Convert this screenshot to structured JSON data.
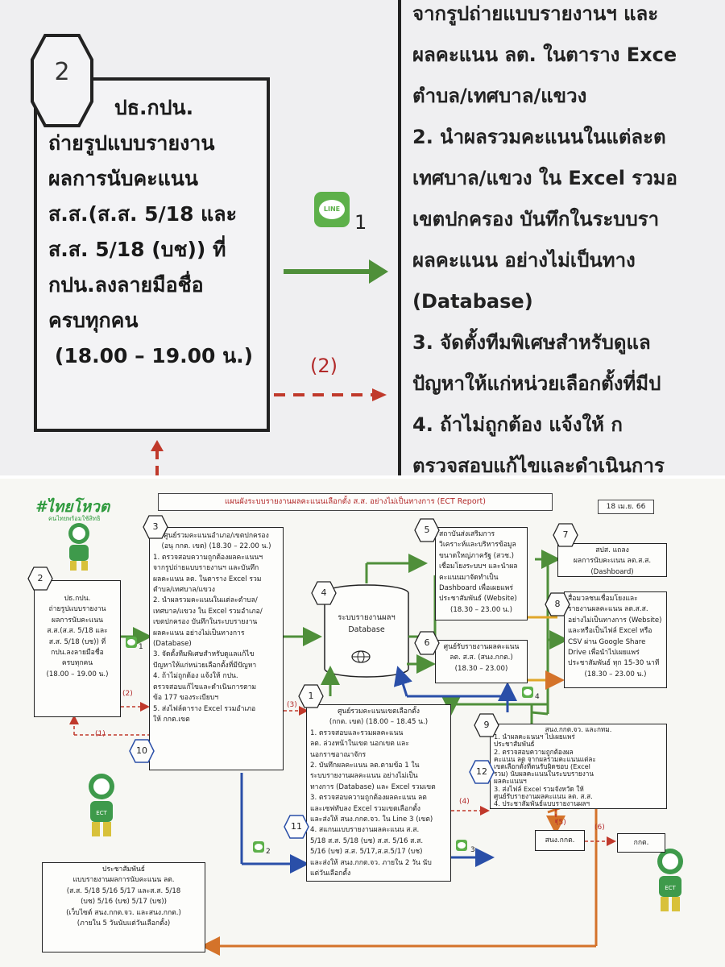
{
  "zoom": {
    "step_number": "2",
    "box_title": "ปธ.กปน.",
    "box_lines": [
      "ถ่ายรูปแบบรายงาน",
      "ผลการนับคะแนน",
      "ส.ส.(ส.ส. 5/18 และ",
      "ส.ส. 5/18 (บช)) ที่",
      "กปน.ลงลายมือชื่อ",
      "ครบทุกคน",
      "(18.00 – 19.00 น.)"
    ],
    "line_icon": "LINE",
    "arrow_label_1": "1",
    "arrow_label_2": "(2)",
    "right_lines": [
      "จากรูปถ่ายแบบรายงานฯ และ",
      "ผลคะแนน ลต. ในตาราง Exce",
      "ตำบล/เทศบาล/แขวง",
      "2. นำผลรวมคะแนนในแต่ละต",
      "เทศบาล/แขวง ใน Excel รวมอ",
      "เขตปกครอง บันทึกในระบบรา",
      "ผลคะแนน อย่างไม่เป็นทาง",
      "(Database)",
      "3. จัดตั้งทีมพิเศษสำหรับดูแล",
      "ปัญหาให้แก่หน่วยเลือกตั้งที่มีป",
      "4. ถ้าไม่ถูกต้อง แจ้งให้ ก",
      "ตรวจสอบแก้ไขและดำเนินการ"
    ]
  },
  "chart": {
    "logo": "#ไทยโหวต",
    "logo_sub": "คนไทยพร้อมใช้สิทธิ",
    "title": "แผนผังระบบรายงานผลคะแนนเลือกตั้ง ส.ส. อย่างไม่เป็นทางการ (ECT Report)",
    "date": "18 เม.ย. 66",
    "mascot_label": "ECT",
    "box2": {
      "num": "2",
      "lines": [
        "ปธ.กปน.",
        "ถ่ายรูปแบบรายงาน",
        "ผลการนับคะแนน",
        "ส.ส.(ส.ส. 5/18 และ",
        "ส.ส. 5/18 (บช)) ที่",
        "กปน.ลงลายมือชื่อ",
        "ครบทุกคน",
        "(18.00 – 19.00 น.)"
      ]
    },
    "box3": {
      "num": "3",
      "lines": [
        "ศูนย์รวมคะแนนอำเภอ/เขตปกครอง",
        "(อนุ กกต. เขต) (18.30 – 22.00 น.)",
        "1. ตรวจสอบความถูกต้องผลคะแนนฯ",
        "จากรูปถ่ายแบบรายงานฯ และบันทึก",
        "ผลคะแนน ลต. ในตาราง Excel รวม",
        "ตำบล/เทศบาล/แขวง",
        "2. นำผลรวมคะแนนในแต่ละตำบล/",
        "เทศบาล/แขวง ใน Excel รวมอำเภอ/",
        "เขตปกครอง บันทึกในระบบรายงาน",
        "ผลคะแนน อย่างไม่เป็นทางการ",
        "(Database)",
        "3. จัดตั้งทีมพิเศษสำหรับดูแลแก้ไข",
        "ปัญหาให้แก่หน่วยเลือกตั้งที่มีปัญหา",
        "4. ถ้าไม่ถูกต้อง แจ้งให้ กปน.",
        "ตรวจสอบแก้ไขและดำเนินการตาม",
        "ข้อ 177 ของระเบียบฯ",
        "5. ส่งไฟล์ตาราง Excel รวมอำเภอ",
        "ให้ กกต.เขต"
      ]
    },
    "box4": {
      "num": "4",
      "lines": [
        "ระบบรายงานผลฯ",
        "Database"
      ]
    },
    "box5": {
      "num": "5",
      "lines": [
        "สถาบันส่งเสริมการ",
        "วิเคราะห์และบริหารข้อมูล",
        "ขนาดใหญ่ภาครัฐ (สวช.)",
        "เชื่อมโยงระบบฯ และนำผล",
        "คะแนนมาจัดทำเป็น",
        "Dashboard เพื่อเผยแพร่",
        "ประชาสัมพันธ์ (Website)",
        "(18.30 – 23.00 น.)"
      ]
    },
    "box6": {
      "num": "6",
      "lines": [
        "ศูนย์รับรายงานผลคะแนน",
        "ลต. ส.ส. (สนง.กกต.)",
        "(18.30 – 23.00)"
      ]
    },
    "box7": {
      "num": "7",
      "lines": [
        "สปส. แถลง",
        "ผลการนับคะแนน ลต.ส.ส.",
        "(Dashboard)"
      ]
    },
    "box8": {
      "num": "8",
      "lines": [
        "สื่อมวลชนเชื่อมโยงและ",
        "รายงานผลคะแนน ลต.ส.ส.",
        "อย่างไม่เป็นทางการ (Website)",
        "และหรือเป็นไฟล์ Excel หรือ",
        "CSV ผ่าน Google Share",
        "Drive เพื่อนำไปเผยแพร่",
        "ประชาสัมพันธ์ ทุก 15-30 นาที",
        "(18.30 – 23.00 น.)"
      ]
    },
    "box1": {
      "num": "1",
      "lines": [
        "ศูนย์รวมคะแนนเขตเลือกตั้ง",
        "(กกต. เขต) (18.00 – 18.45 น.)",
        "1. ตรวจสอบและรวมผลคะแนน",
        "ลต. ล่วงหน้าในเขต นอกเขต และ",
        "นอกราชอาณาจักร",
        "2. บันทึกผลคะแนน ลต.ตามข้อ 1 ใน",
        "ระบบรายงานผลคะแนน อย่างไม่เป็น",
        "ทางการ (Database) และ Excel รวมเขต",
        "3. ตรวจสอบความถูกต้องผลคะแนน ลต",
        "และเซฟทับลง Excel รวมเขตเลือกตั้ง",
        "และส่งให้ สนง.กกต.จว. ใน Line 3 (เขต)",
        "4. สแกนแบบรายงานผลคะแนน ส.ส.",
        "5/18 ส.ส. 5/18 (บช) ส.ส. 5/16 ส.ส.",
        "5/16 (บช) ส.ส. 5/17,ส.ส.5/17 (บช)",
        "และส่งให้ สนง.กกต.จว. ภายใน 2 วัน นับ",
        "แต่วันเลือกตั้ง"
      ]
    },
    "box9": {
      "num": "9",
      "lines": [
        "สนง.กกต.จว. และกทม.",
        "1. นำผลคะแนนฯ ไปเผยแพร่",
        "ประชาสัมพันธ์",
        "2. ตรวจสอบความถูกต้องผล",
        "คะแนน ลต จากผลรวมคะแนนแต่ละ",
        "เขตเลือกตั้งที่ตนรับผิดชอบ (Excel",
        "รวม) นับผลคะแนนในระบบรายงาน",
        "ผลคะแนนฯ",
        "3. ส่งไฟล์ Excel รวมจังหวัด ให้",
        "ศูนย์รับรายงานผลคะแนน ลต. ส.ส.",
        "4. ประชาสัมพันธ์แบบรายงานผลฯ"
      ]
    },
    "box_pr": {
      "lines": [
        "ประชาสัมพันธ์",
        "แบบรายงานผลการนับคะแนน ลต.",
        "(ส.ส. 5/18 5/16 5/17 และส.ส. 5/18",
        "(บช) 5/16 (บช) 5/17 (บช))",
        "(เว็บไซต์ สนง.กกต.จว. และสนง.กกต.)",
        "(ภายใน 5 วันนับแต่วันเลือกตั้ง)"
      ]
    },
    "box_sn": {
      "label": "สนง.กกต."
    },
    "box_kk": {
      "label": "กกต."
    },
    "hex10": "10",
    "hex11": "11",
    "hex12": "12",
    "arrow_labels": {
      "l1": "1",
      "l2": "2",
      "l3": "3",
      "l4": "4",
      "r1": "(1)",
      "r2": "(2)",
      "r3": "(3)",
      "r4": "(4)",
      "r5": "(5)",
      "r6": "(6)"
    }
  }
}
